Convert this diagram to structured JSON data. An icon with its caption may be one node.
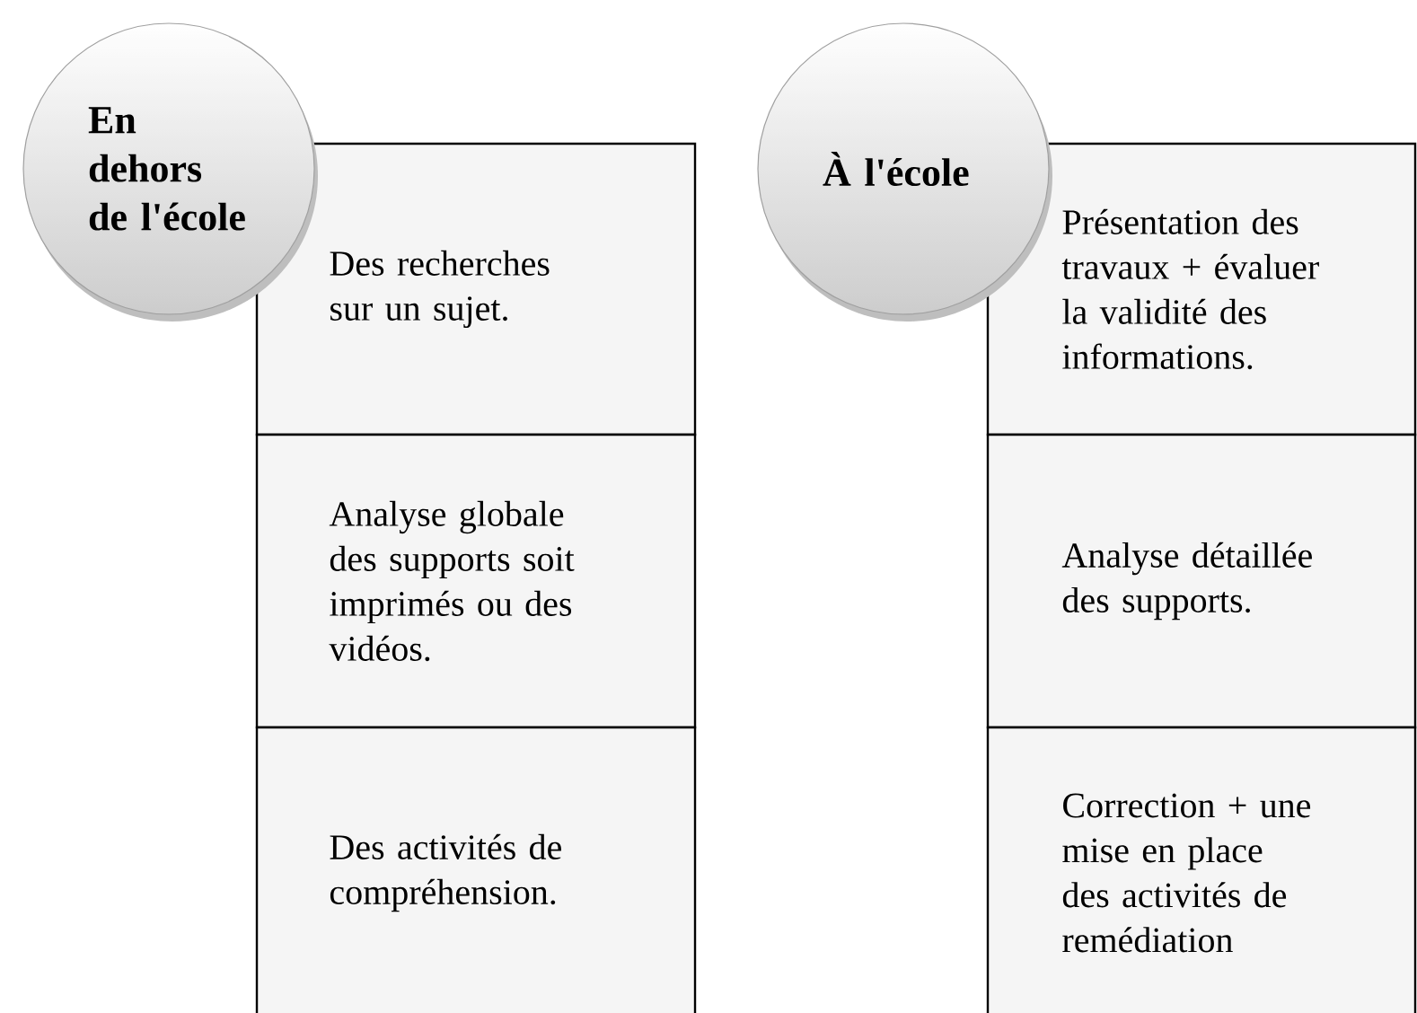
{
  "diagram": {
    "nodes": [
      {
        "text": [
          "En dehors de l'école"
        ]
      },
      {
        "text": [
          "Des recherches sur un sujet."
        ]
      },
      {
        "text": [
          "Analyse globale des supports soit imprimés ou des vidéos."
        ]
      },
      {
        "text": [
          "Des activités de compréhension."
        ]
      },
      {
        "text": [
          "À l'école"
        ]
      },
      {
        "text": [
          "Présentation des travaux + évaluer la validité des informations."
        ]
      },
      {
        "text": [
          "Analyse détaillée des supports."
        ]
      },
      {
        "text": [
          "Correction + une mise en place des activités de remédiation"
        ]
      }
    ]
  }
}
